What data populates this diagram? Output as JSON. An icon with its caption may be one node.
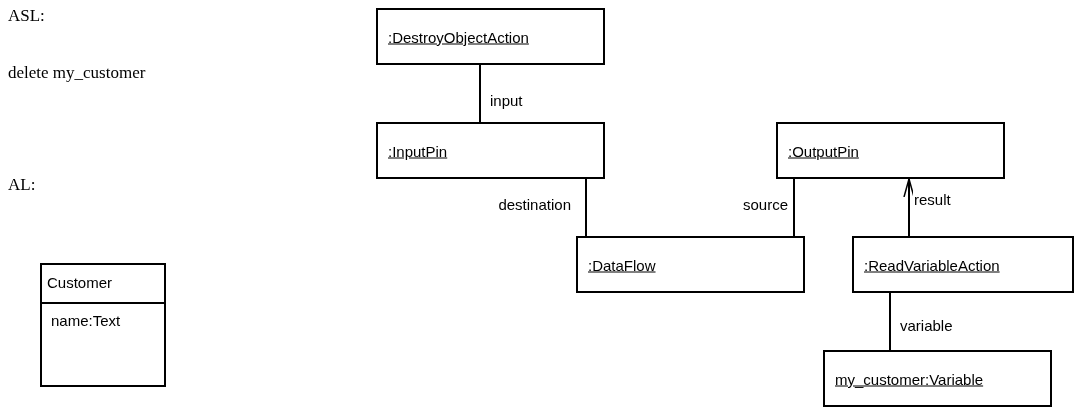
{
  "diagram": {
    "nodes": [
      {
        "text": [
          ":DestroyObjectAction"
        ]
      },
      {
        "text": [
          ":InputPin"
        ]
      },
      {
        "text": [
          ":OutputPin"
        ]
      },
      {
        "text": [
          ":DataFlow"
        ]
      },
      {
        "text": [
          ":ReadVariableAction"
        ]
      },
      {
        "text": [
          "my_customer:Variable"
        ]
      },
      {
        "text": [
          "Customer",
          "name:Text"
        ]
      }
    ],
    "edges": [
      {
        "from": 0,
        "to": 1,
        "arrow": "none",
        "label": "input"
      },
      {
        "from": 1,
        "to": 3,
        "arrow": "none",
        "label": "destination"
      },
      {
        "from": 3,
        "to": 2,
        "arrow": "none",
        "label": "source"
      },
      {
        "from": 4,
        "to": 2,
        "arrow": "to",
        "label": "result"
      },
      {
        "from": 4,
        "to": 5,
        "arrow": "none",
        "label": "variable"
      }
    ],
    "labels": [
      "ASL:",
      "delete my_customer",
      "AL:"
    ]
  }
}
